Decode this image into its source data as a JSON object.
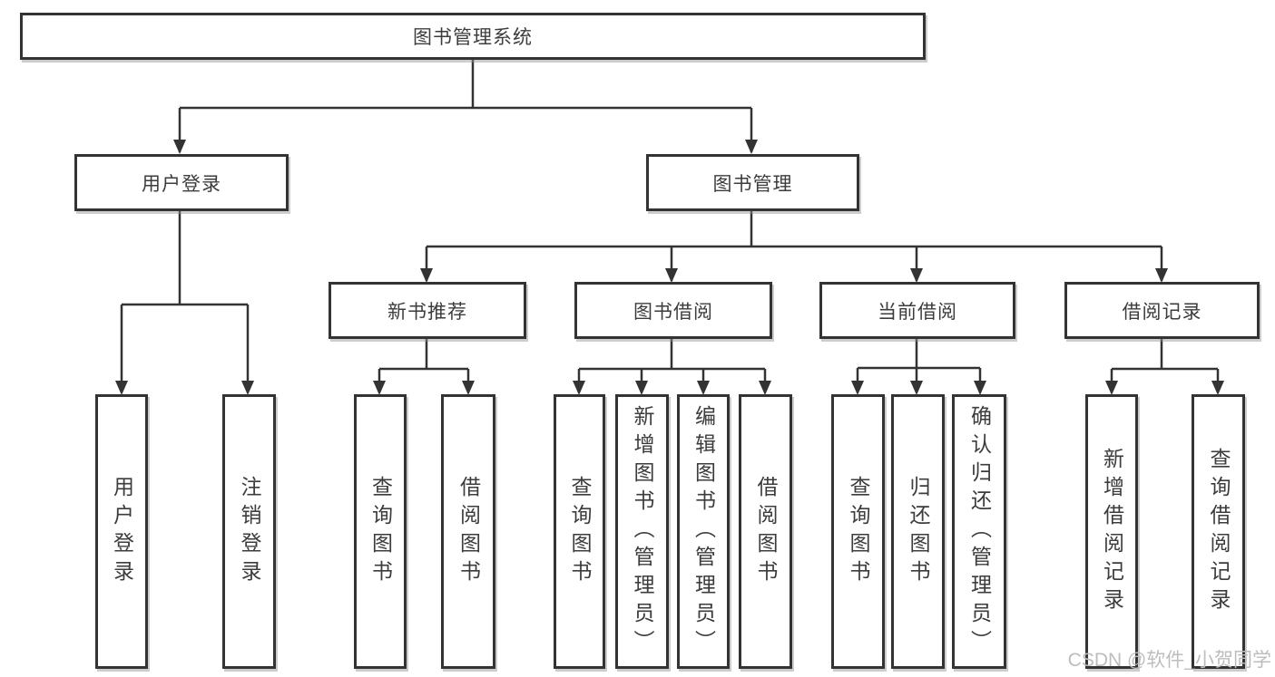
{
  "tree": {
    "root": "图书管理系统",
    "branches": [
      {
        "label": "用户登录",
        "leaves": [
          "用户登录",
          "注销登录"
        ]
      },
      {
        "label": "图书管理",
        "groups": [
          {
            "label": "新书推荐",
            "leaves": [
              "查询图书",
              "借阅图书"
            ]
          },
          {
            "label": "图书借阅",
            "leaves": [
              "查询图书",
              "新增图书（管理员）",
              "编辑图书（管理员）",
              "借阅图书"
            ]
          },
          {
            "label": "当前借阅",
            "leaves": [
              "查询图书",
              "归还图书",
              "确认归还（管理员）"
            ]
          },
          {
            "label": "借阅记录",
            "leaves": [
              "新增借阅记录",
              "查询借阅记录"
            ]
          }
        ]
      }
    ]
  },
  "watermark": "CSDN @软件_小贺同学",
  "colors": {
    "line": "#333333",
    "text": "#3c3c3c",
    "watermark": "#bdbdbd",
    "background": "#ffffff"
  }
}
